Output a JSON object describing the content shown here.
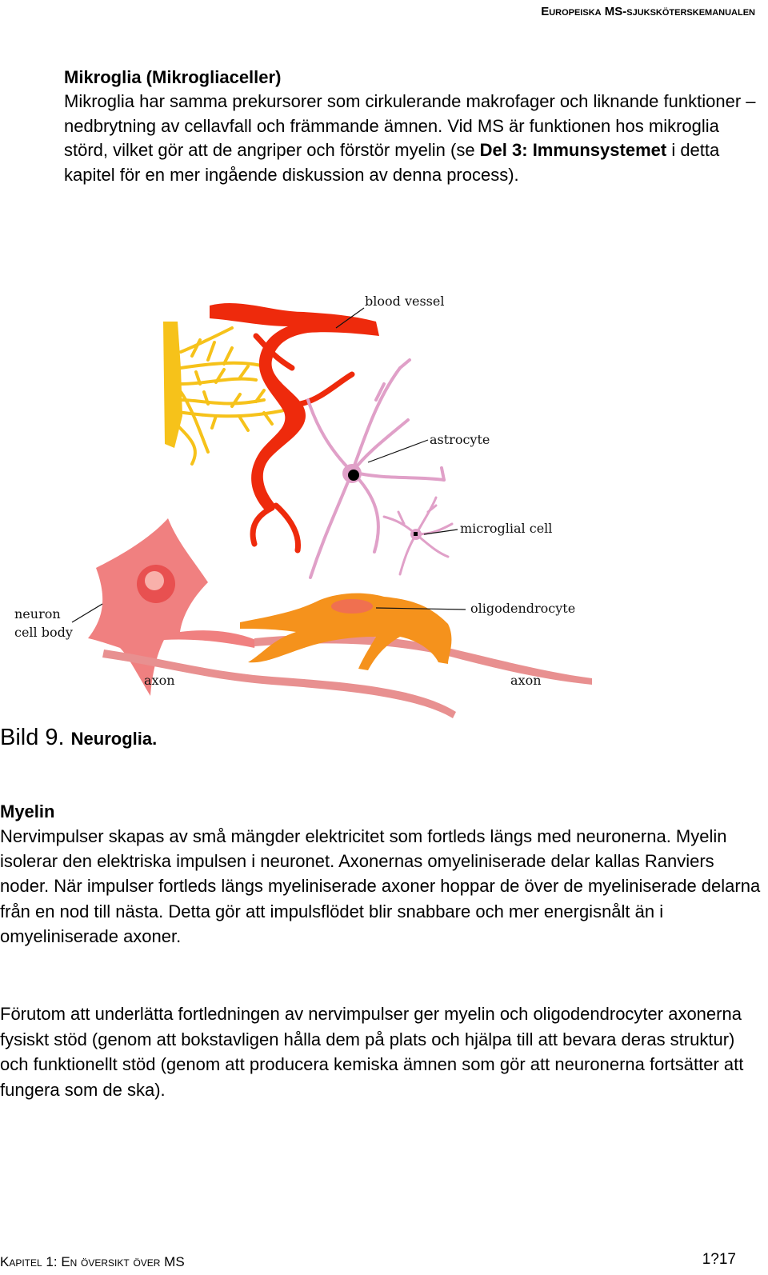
{
  "header": {
    "title": "Europeiska MS-sjuksköterskemanualen"
  },
  "section1": {
    "heading": "Mikroglia (Mikrogliaceller)",
    "body_start": "Mikroglia har samma prekursorer som cirkulerande makrofager och liknande funktioner – nedbrytning av cellavfall och främmande ämnen. Vid MS är funktionen hos mikroglia störd, vilket gör att de angriper och förstör myelin (se ",
    "body_bold": "Del 3: Immunsystemet",
    "body_end": " i detta kapitel för en mer ingående diskussion av denna process)."
  },
  "figure": {
    "labels": {
      "blood_vessel": "blood vessel",
      "astrocyte": "astrocyte",
      "microglial_cell": "microglial cell",
      "neuron_line1": "neuron",
      "neuron_line2": "cell body",
      "oligodendrocyte": "oligodendrocyte",
      "axon_left": "axon",
      "axon_right": "axon"
    },
    "colors": {
      "blood_vessel": "#ee2a0c",
      "astrocyte": "#e0a0c8",
      "microglia": "#e0a0c8",
      "neuron": "#f08080",
      "oligodendrocyte": "#f5921c",
      "yellow_cell": "#f6c21a"
    }
  },
  "caption": {
    "number": "Bild 9.",
    "title": "Neuroglia."
  },
  "section2": {
    "heading": "Myelin",
    "body": "Nervimpulser skapas av små mängder elektricitet som fortleds längs med neuronerna. Myelin isolerar den elektriska impulsen i neuronet. Axonernas omyeliniserade delar kallas Ranviers noder. När impulser fortleds längs myeliniserade axoner hoppar de över de myeliniserade delarna från en nod till nästa. Detta gör att impulsflödet blir snabbare och mer energisnålt än i omyeliniserade axoner."
  },
  "section3": {
    "body": "Förutom att underlätta fortledningen av nervimpulser ger myelin och oligodendrocyter axonerna fysiskt stöd (genom att bokstavligen hålla dem på plats och hjälpa till att bevara deras struktur) och funktionellt stöd (genom att producera kemiska ämnen som gör att neuronerna fortsätter att fungera som de ska)."
  },
  "footer": {
    "chapter": "Kapitel 1: En översikt över MS",
    "page": "1?17"
  }
}
